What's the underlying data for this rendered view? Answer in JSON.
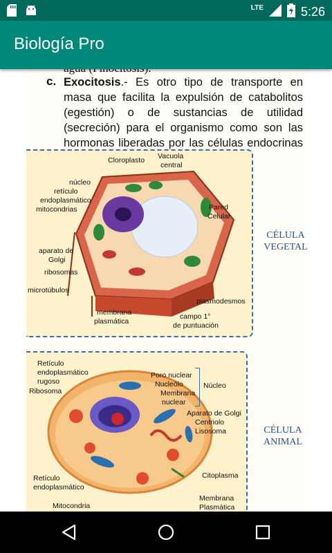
{
  "statusbar": {
    "network": "LTE",
    "time": "5:26"
  },
  "appbar": {
    "title": "Biología Pro"
  },
  "doc": {
    "top_cut": "agua (Pinocitosis).",
    "item_label": "c.",
    "term": "Exocitosis",
    "paragraph": ".- Es otro tipo de transporte en masa que facilita la expulsión de catabolitos (egestión) o de sustancias de utilidad (secreción) para el organismo como son las hormonas liberadas por las células endocrinas usando este mecanismo."
  },
  "plant_cell": {
    "title_line1": "CÉLULA",
    "title_line2": "VEGETAL",
    "labels": {
      "cloroplasto": "Cloroplasto",
      "vacuola": "Vacuola",
      "vacuola2": "central",
      "nucleo": "núcleo",
      "reticulo1": "retículo",
      "reticulo2": "endoplasmático",
      "mito": "mitocondrias",
      "pared1": "Pared",
      "pared2": "Celular",
      "golgi1": "aparato de",
      "golgi2": "Golgi",
      "ribosomas": "ribosomas",
      "microtubulos": "microtúbulos",
      "plasmodesmos": "plasmodesmos",
      "membrana1": "membrana",
      "membrana2": "plasmática",
      "campo1": "campo 1°",
      "campo2": "de puntuación"
    }
  },
  "animal_cell": {
    "title_line1": "CÉLULA",
    "title_line2": "ANIMAL",
    "labels": {
      "rer1": "Retículo",
      "rer2": "endoplasmático",
      "rer3": "rugoso",
      "ribosoma": "Ribosoma",
      "poro": "Poro nuclear",
      "nucleolo": "Nucleólo",
      "membnuc1": "Membrana",
      "membnuc2": "nuclear",
      "nucleo": "Núcleo",
      "golgi": "Aparato de Golgi",
      "centriolo": "Centriolo",
      "lisosoma": "Lisosoma",
      "citoplasma": "Citoplasma",
      "ret1": "Retículo",
      "ret2": "endoplasmático",
      "mito": "Mitocondria",
      "memb1": "Membrana",
      "memb2": "Plasmática"
    }
  }
}
